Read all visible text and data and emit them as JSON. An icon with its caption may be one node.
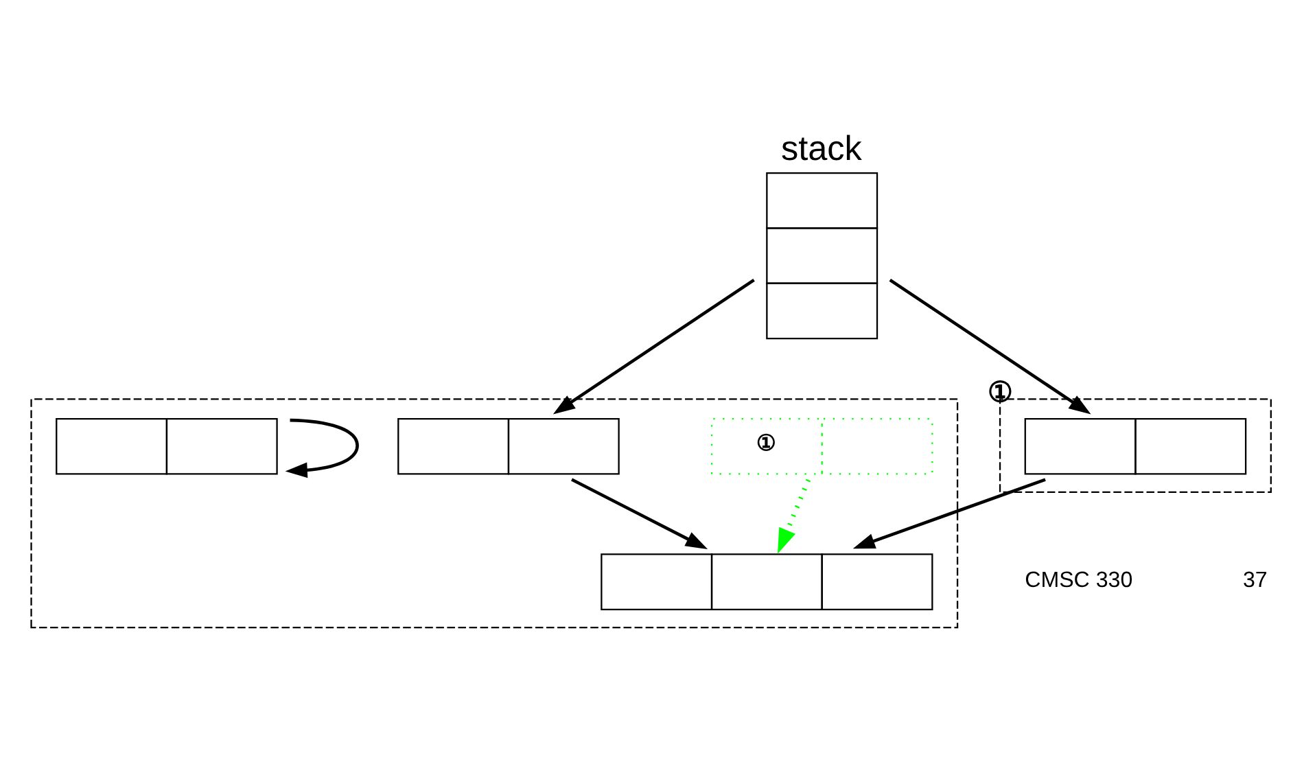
{
  "diagram": {
    "nodes": [
      {
        "text": [],
        "shape": "box"
      },
      {
        "text": [
          "①"
        ],
        "in": 0
      },
      {
        "text": [],
        "shape": "box",
        "in": 0
      },
      {
        "text": [],
        "shape": "box",
        "in": 0
      },
      {
        "text": [],
        "shape": "box",
        "in": 0
      },
      {
        "text": [
          "stack"
        ]
      },
      {
        "text": [],
        "shape": "box"
      },
      {
        "text": [],
        "shape": "box",
        "in": 6,
        "beside": [
          "①"
        ]
      }
    ],
    "edges": [
      {
        "from": 5,
        "to": 2,
        "arrow": "to"
      },
      {
        "from": 5,
        "to": 7,
        "arrow": "to"
      },
      {
        "from": 1,
        "to": 3,
        "arrow": "to",
        "style": "dashed",
        "color": "#00ff00"
      },
      {
        "from": 2,
        "to": 3,
        "arrow": "to"
      },
      {
        "from": 4,
        "to": 4,
        "arrow": "to"
      },
      {
        "from": 7,
        "to": 3,
        "arrow": "to"
      }
    ],
    "labels": [
      "CMSC 330",
      "37"
    ]
  }
}
